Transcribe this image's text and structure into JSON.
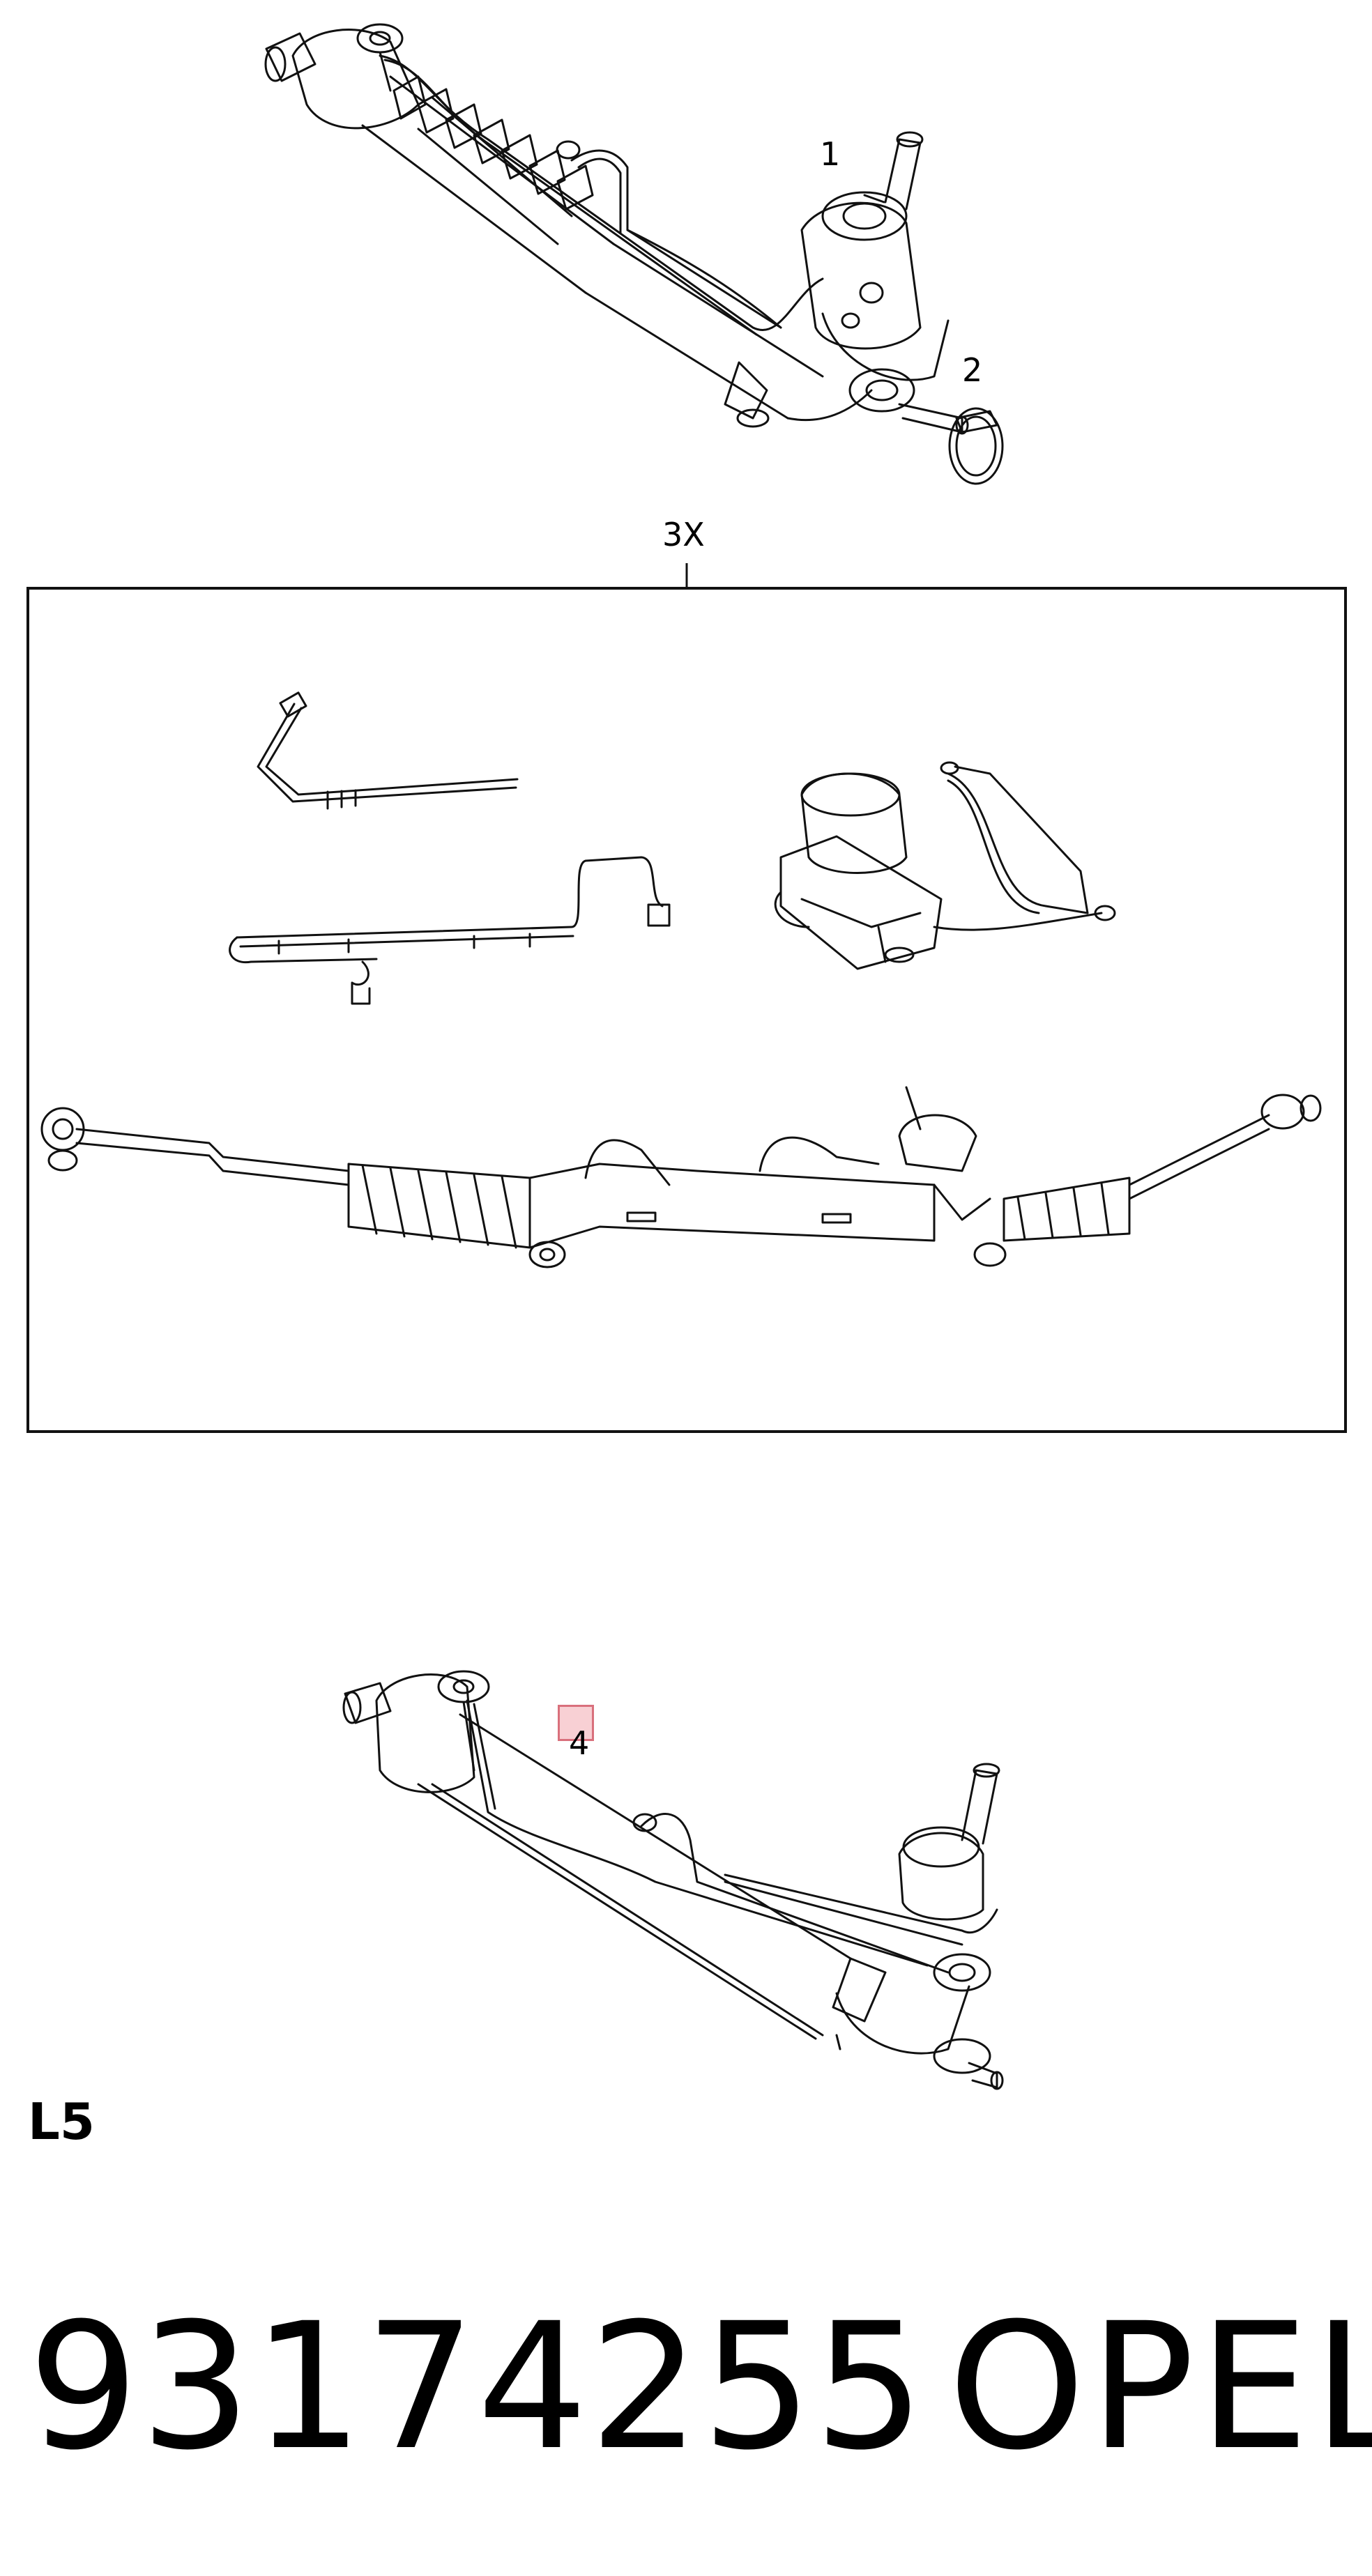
{
  "callouts": {
    "part_1": "1",
    "part_2": "2",
    "kit_3x": "3X",
    "part_4": "4"
  },
  "section_code": "L5",
  "part_number": "93174255",
  "brand": "OPEL",
  "colors": {
    "line": "#111111",
    "highlight": "#f3a6b0"
  }
}
